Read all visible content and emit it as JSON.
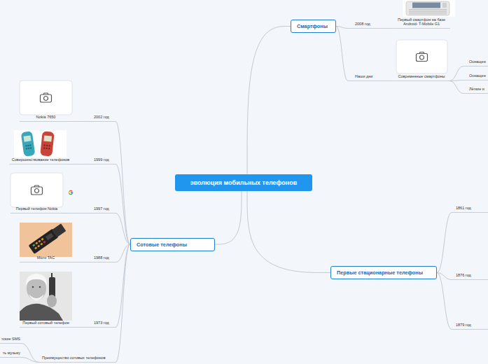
{
  "diagram": {
    "nodes": [
      {
        "text": [
          "эволюция мобильных телефонов"
        ]
      },
      {
        "text": [
          "Смартфоны"
        ]
      },
      {
        "text": [
          "2008 год"
        ]
      },
      {
        "text": [
          "Первый смартфон на базе Android- T-Mobile G1"
        ]
      },
      {
        "text": [
          "Наши дни"
        ]
      },
      {
        "text": [
          "Современные смартфоны"
        ]
      },
      {
        "text": [
          "Оснащен"
        ]
      },
      {
        "text": [
          "Оснащен"
        ]
      },
      {
        "text": [
          "Лёгкие и"
        ]
      },
      {
        "text": [
          "Сотовые телефоны"
        ]
      },
      {
        "text": [
          "2002 год"
        ]
      },
      {
        "text": [
          "Nokia 7650"
        ]
      },
      {
        "text": [
          "1999 год"
        ]
      },
      {
        "text": [
          "Совершенствование телефонов"
        ]
      },
      {
        "text": [
          "1997 год"
        ]
      },
      {
        "text": [
          "Первый телефон Nokia"
        ]
      },
      {
        "text": [
          "1988 год"
        ]
      },
      {
        "text": [
          "Micro TAC"
        ]
      },
      {
        "text": [
          "1973 год"
        ]
      },
      {
        "text": [
          "Первый сотовый телефон"
        ]
      },
      {
        "text": [
          "Преимущество сотовых телефонов"
        ]
      },
      {
        "text": [
          "тские SMS"
        ]
      },
      {
        "text": [
          "ть музыку"
        ]
      },
      {
        "text": [
          "Первые стационарные телефоны"
        ]
      },
      {
        "text": [
          "1861 год"
        ]
      },
      {
        "text": [
          "1876 год"
        ]
      },
      {
        "text": [
          "1879 год"
        ]
      }
    ],
    "edges": [
      {
        "from": 0,
        "to": 1,
        "arrow": "none"
      },
      {
        "from": 0,
        "to": 9,
        "arrow": "none"
      },
      {
        "from": 0,
        "to": 23,
        "arrow": "none"
      },
      {
        "from": 1,
        "to": 2,
        "arrow": "none"
      },
      {
        "from": 2,
        "to": 3,
        "arrow": "none"
      },
      {
        "from": 1,
        "to": 4,
        "arrow": "none"
      },
      {
        "from": 4,
        "to": 5,
        "arrow": "none"
      },
      {
        "from": 5,
        "to": 6,
        "arrow": "none"
      },
      {
        "from": 5,
        "to": 7,
        "arrow": "none"
      },
      {
        "from": 5,
        "to": 8,
        "arrow": "none"
      },
      {
        "from": 9,
        "to": 10,
        "arrow": "none"
      },
      {
        "from": 10,
        "to": 11,
        "arrow": "none"
      },
      {
        "from": 9,
        "to": 12,
        "arrow": "none"
      },
      {
        "from": 12,
        "to": 13,
        "arrow": "none"
      },
      {
        "from": 9,
        "to": 14,
        "arrow": "none"
      },
      {
        "from": 14,
        "to": 15,
        "arrow": "none"
      },
      {
        "from": 9,
        "to": 16,
        "arrow": "none"
      },
      {
        "from": 16,
        "to": 17,
        "arrow": "none"
      },
      {
        "from": 9,
        "to": 18,
        "arrow": "none"
      },
      {
        "from": 18,
        "to": 19,
        "arrow": "none"
      },
      {
        "from": 9,
        "to": 20,
        "arrow": "none"
      },
      {
        "from": 20,
        "to": 21,
        "arrow": "none"
      },
      {
        "from": 20,
        "to": 22,
        "arrow": "none"
      },
      {
        "from": 23,
        "to": 24,
        "arrow": "none"
      },
      {
        "from": 23,
        "to": 25,
        "arrow": "none"
      },
      {
        "from": 23,
        "to": 26,
        "arrow": "none"
      }
    ]
  }
}
